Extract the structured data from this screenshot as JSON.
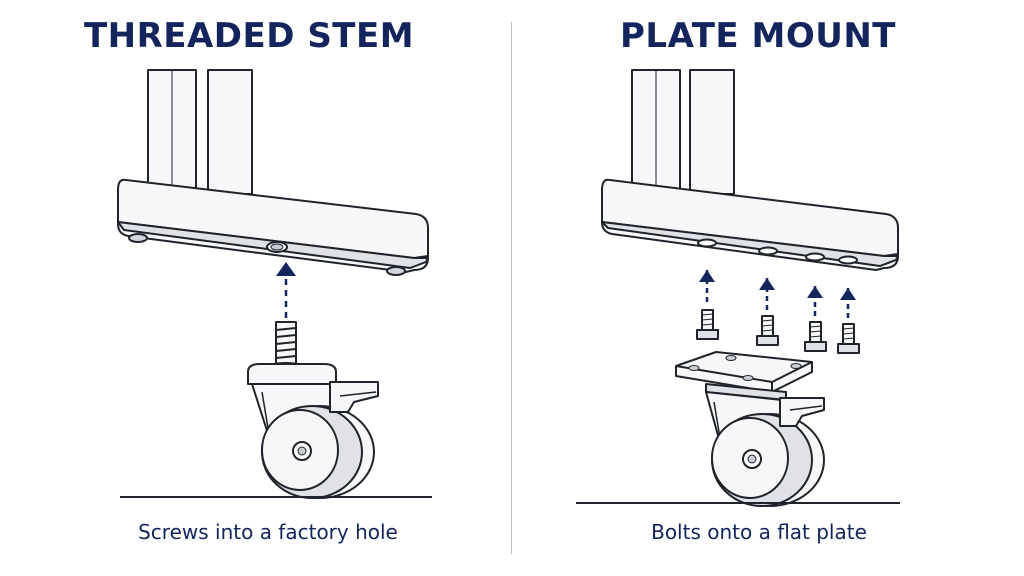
{
  "panels": [
    {
      "title": "THREADED STEM",
      "caption": "Screws into a factory hole"
    },
    {
      "title": "PLATE MOUNT",
      "caption": "Bolts onto a flat plate"
    }
  ],
  "colors": {
    "title_text": "#14245c",
    "arrow": "#14245c",
    "line": "#1f232b",
    "fill_light": "#f7f7f9",
    "fill_shade": "#e1e2e7",
    "divider": "#b9bcc4"
  },
  "icons": [
    "table-leg-icon",
    "arrow-up-icon",
    "threaded-stem-caster-icon",
    "bolt-icon",
    "plate-mount-caster-icon"
  ]
}
